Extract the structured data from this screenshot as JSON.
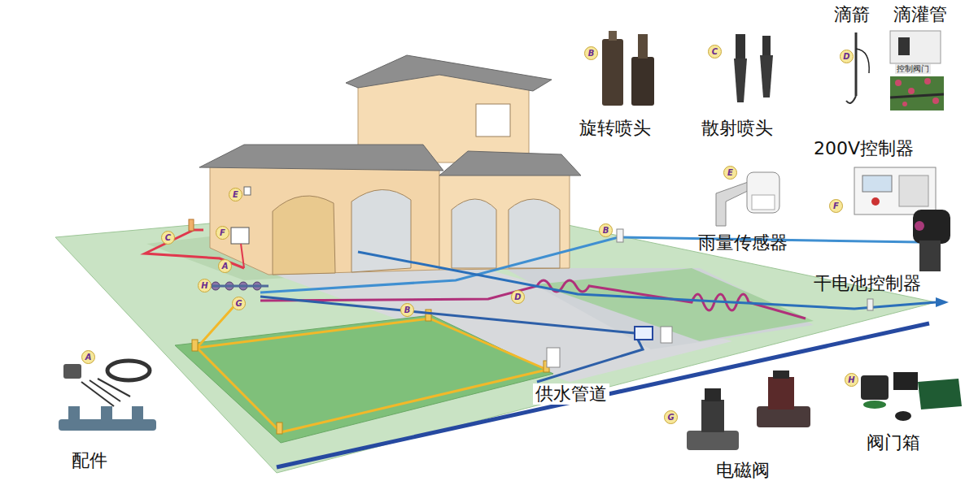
{
  "diagram": {
    "labels": [
      "滴箭",
      "滴灌管",
      "B",
      "旋转喷头",
      "C",
      "散射喷头",
      "D",
      "控制阀门",
      "200V控制器",
      "E",
      "F",
      "雨量传感器",
      "干电池控制器",
      "E",
      "F",
      "C",
      "A",
      "H",
      "G",
      "B",
      "D",
      "B",
      "供水管道",
      "A",
      "配件",
      "G",
      "电磁阀",
      "H",
      "阀门箱"
    ]
  }
}
